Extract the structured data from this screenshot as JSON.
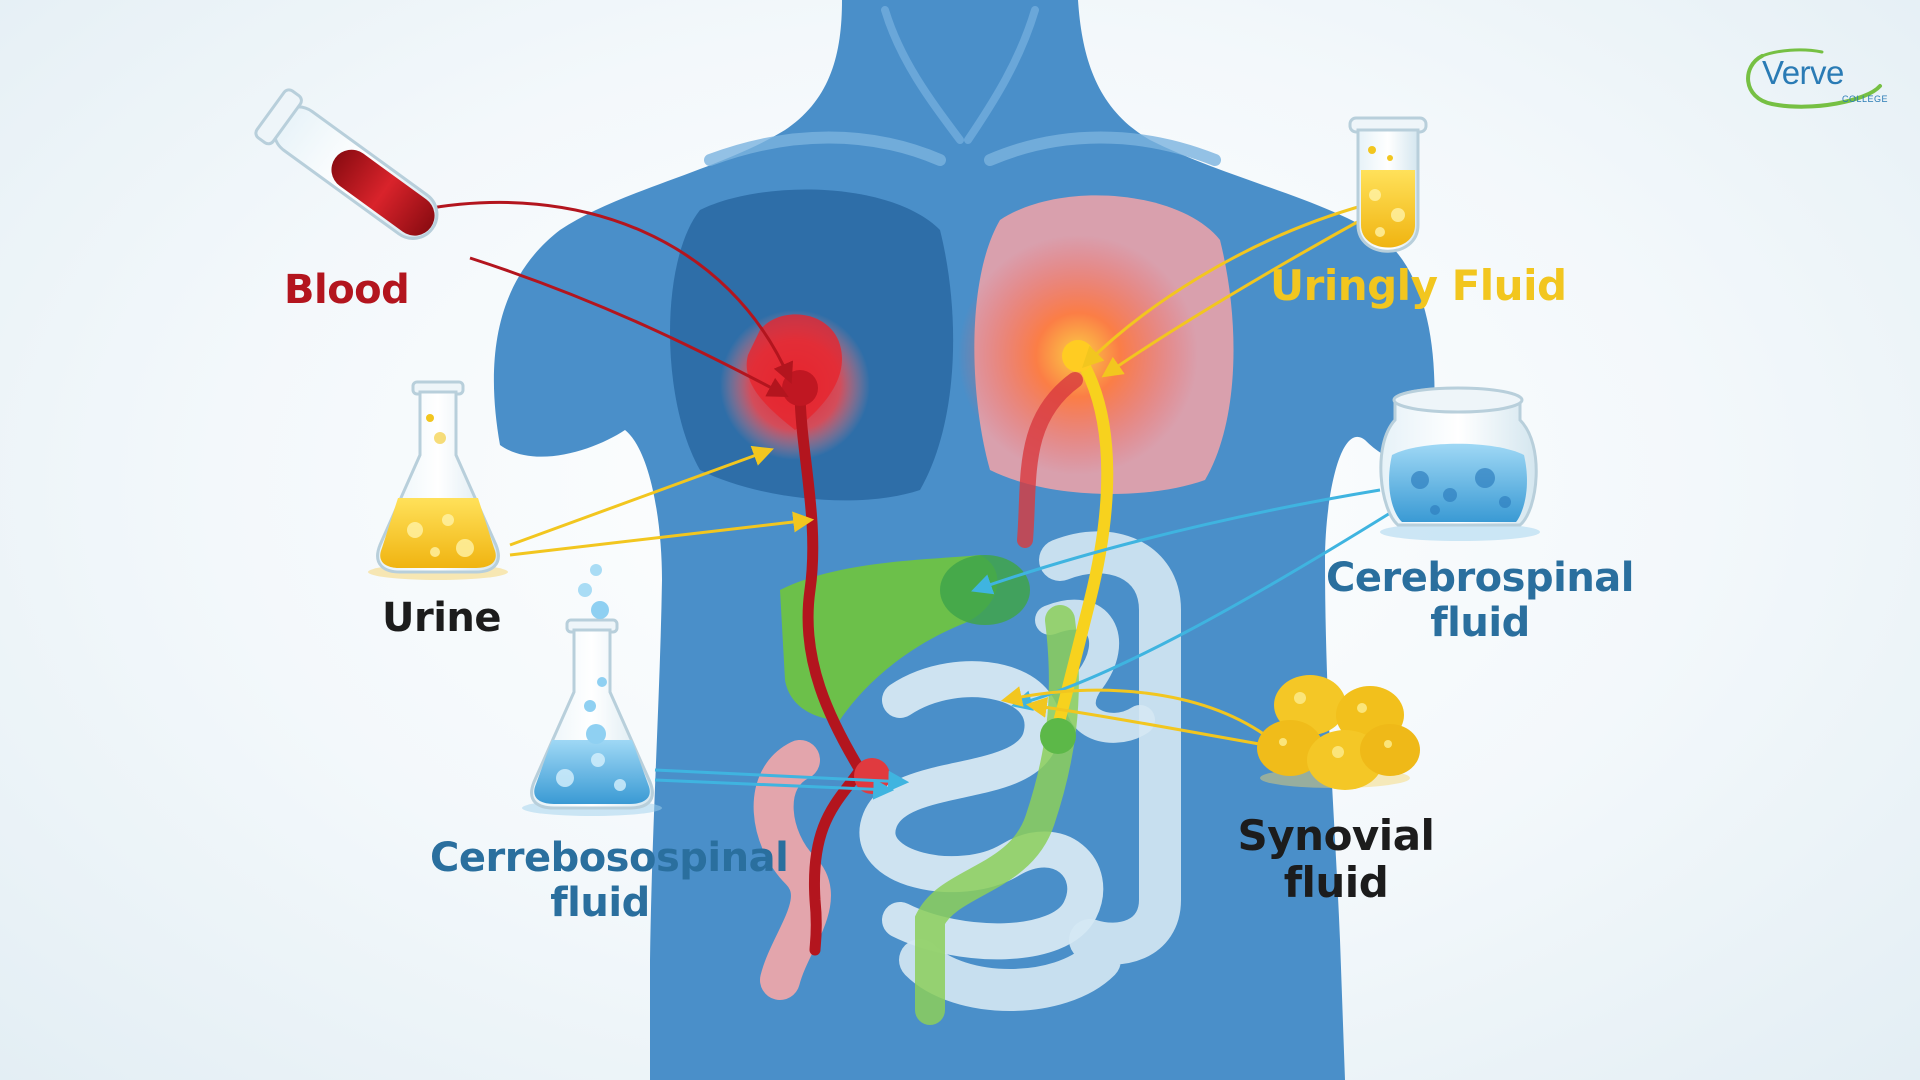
{
  "colors": {
    "body": "#4a8fc9",
    "body_dark": "#2e6ea8",
    "blood": "#b3151e",
    "urine": "#f2c61f",
    "csf": "#2a6f9e",
    "synovial_text": "#1c1c1c",
    "urine_text": "#1c1c1c",
    "logo_green": "#76c043",
    "logo_text": "#2a7bb5",
    "stomach_green": "#6cc04a",
    "intestine": "#cfe3ef"
  },
  "labels": {
    "blood": "Blood",
    "uringly_fluid": "Uringly Fluid",
    "urine": "Urine",
    "csf_right_line1": "Cerebrospinal",
    "csf_right_line2": "fluid",
    "csf_left_line1": "Cerrebosospinal",
    "csf_left_line2": "fluid",
    "synovial_line1": "Synovial",
    "synovial_line2": "fluid"
  },
  "logo": {
    "word": "Verve",
    "sub": "COLLEGE"
  },
  "icons": {
    "blood_sample": "blood-test-tube-icon",
    "uringly_sample": "yellow-test-tube-icon",
    "urine_sample": "yellow-flask-icon",
    "csf_left_sample": "blue-flask-icon",
    "csf_right_sample": "blue-jar-icon",
    "synovial_sample": "yellow-blob-cluster-icon"
  }
}
